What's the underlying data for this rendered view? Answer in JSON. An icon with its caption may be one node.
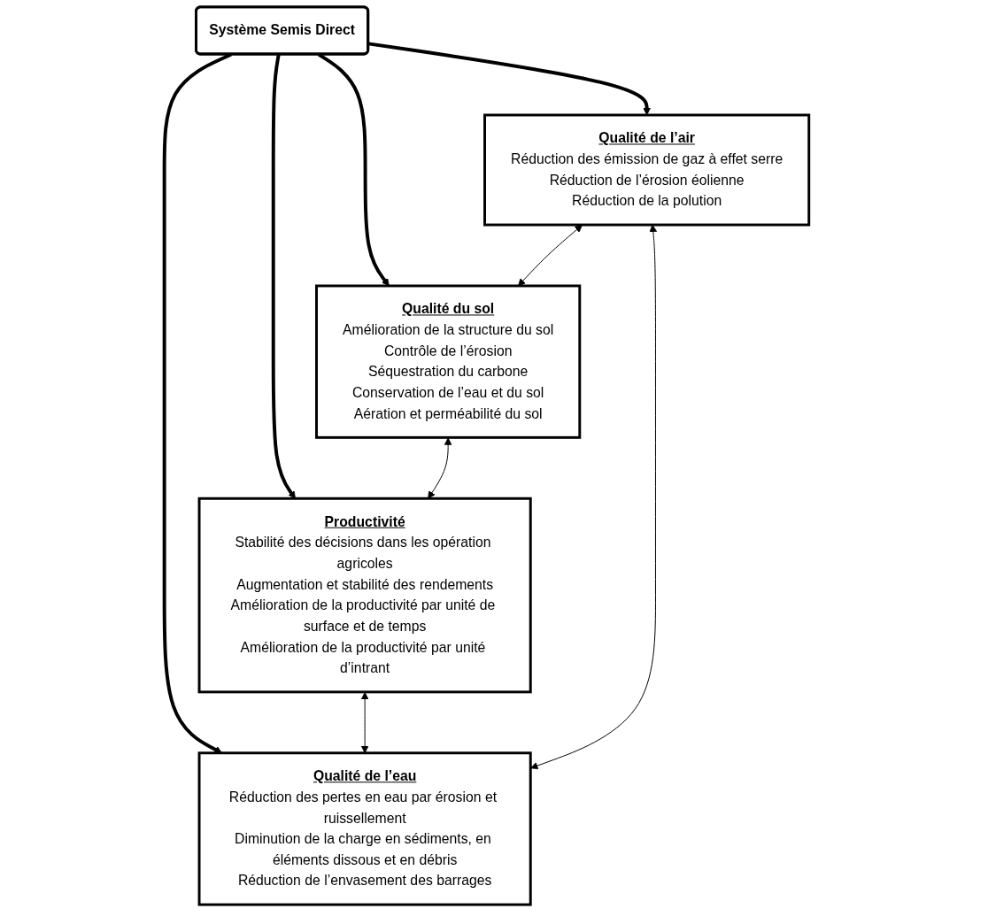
{
  "diagram": {
    "nodes": [
      {
        "text": [
          "Système Semis Direct"
        ]
      },
      {
        "text": [
          "Qualité de l’air",
          "Réduction des émission de gaz à effet serre",
          "Réduction de l’érosion éolienne",
          "Réduction de la polution"
        ]
      },
      {
        "text": [
          "Qualité de l’eau",
          "Réduction des pertes en eau par érosion et ruissellement",
          "Diminution de la charge en sédiments, en éléments dissous et en débris",
          "Réduction de l’envasement des barrages"
        ]
      },
      {
        "text": [
          "Qualité du sol",
          "Amélioration de la structure du sol",
          "Contrôle de l’érosion",
          "Séquestration du carbone",
          "Conservation de l’eau et du sol",
          "Aération et perméabilité du sol"
        ]
      },
      {
        "text": [
          "Productivité",
          "Stabilité des décisions dans les opération agricoles",
          "Augmentation et stabilité des rendements",
          "Amélioration de la productivité par unité de surface et de temps",
          "Amélioration de la productivité par unité d’intrant"
        ]
      }
    ],
    "edges": [
      {
        "from": 0,
        "to": 1,
        "arrow": "to",
        "style": "thick"
      },
      {
        "from": 0,
        "to": 2,
        "arrow": "to",
        "style": "thick"
      },
      {
        "from": 0,
        "to": 3,
        "arrow": "to",
        "style": "thick"
      },
      {
        "from": 0,
        "to": 4,
        "arrow": "to",
        "style": "thick"
      },
      {
        "from": 1,
        "to": 3,
        "arrow": "both"
      },
      {
        "from": 3,
        "to": 4,
        "arrow": "both"
      },
      {
        "from": 4,
        "to": 2,
        "arrow": "both"
      },
      {
        "from": 2,
        "to": 1,
        "arrow": "both"
      }
    ]
  }
}
